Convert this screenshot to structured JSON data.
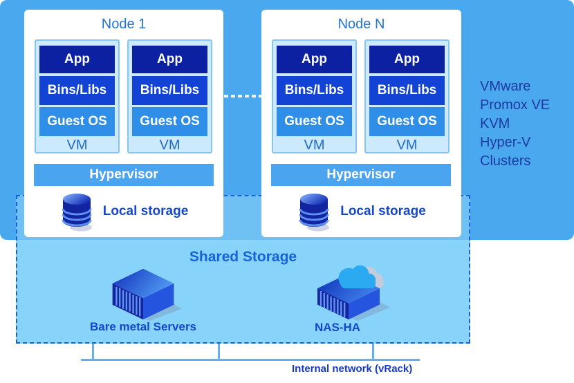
{
  "cluster": {
    "nodes": [
      {
        "title": "Node 1",
        "vms": [
          {
            "layers": [
              "App",
              "Bins/Libs",
              "Guest OS"
            ],
            "label": "VM"
          },
          {
            "layers": [
              "App",
              "Bins/Libs",
              "Guest OS"
            ],
            "label": "VM"
          }
        ],
        "hypervisor_label": "Hypervisor",
        "local_storage_label": "Local storage"
      },
      {
        "title": "Node N",
        "vms": [
          {
            "layers": [
              "App",
              "Bins/Libs",
              "Guest OS"
            ],
            "label": "VM"
          },
          {
            "layers": [
              "App",
              "Bins/Libs",
              "Guest OS"
            ],
            "label": "VM"
          }
        ],
        "hypervisor_label": "Hypervisor",
        "local_storage_label": "Local storage"
      }
    ],
    "platform_list": [
      "VMware",
      "Promox VE",
      "KVM",
      "Hyper-V",
      "Clusters"
    ]
  },
  "shared_storage": {
    "title": "Shared Storage",
    "items": [
      {
        "label": "Bare metal Servers",
        "icon": "server-icon"
      },
      {
        "label": "NAS-HA",
        "icon": "nas-cloud-icon"
      }
    ]
  },
  "network": {
    "label": "Internal network (vRack)"
  },
  "colors": {
    "canvas_blue": "#4AA8EF",
    "shared_overlay_blue": "#70C1F3",
    "shared_fill_blue": "#87D3F9",
    "dashed_border_blue": "#1E5ED6",
    "app_layer": "#0B21A2",
    "bins_layer": "#1243D4",
    "guest_layer": "#2F8FE8",
    "vm_box_fill": "#CDEAFC",
    "vm_box_border": "#84C5F1",
    "hypervisor_bar": "#4BA4F0",
    "node_title_text": "#2173D6",
    "storage_label_text": "#1547CD",
    "platform_text": "#1C3A9F",
    "network_line": "#64AFF0",
    "network_text": "#1638C8"
  }
}
